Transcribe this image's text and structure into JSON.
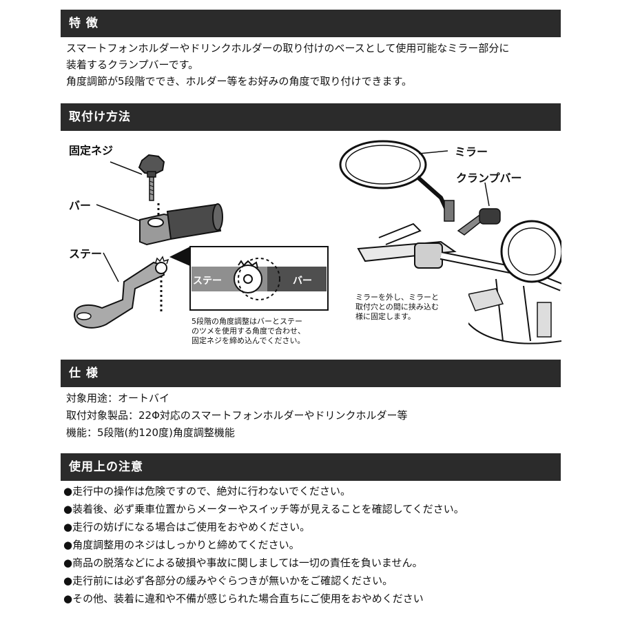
{
  "features": {
    "heading": "特 徴",
    "lines": [
      "スマートフォンホルダーやドリンクホルダーの取り付けのベースとして使用可能なミラー部分に",
      "装着するクランプバーです。",
      "角度調節が5段階ででき、ホルダー等をお好みの角度で取り付けできます。"
    ]
  },
  "install": {
    "heading": "取付け方法",
    "labels": {
      "fixing_screw": "固定ネジ",
      "bar": "バー",
      "stay": "ステー",
      "detail_stay": "ステー",
      "detail_bar": "バー",
      "mirror": "ミラー",
      "clamp_bar": "クランプバー"
    },
    "caption_left": [
      "5段階の角度調整はバーとステー",
      "のツメを使用する角度で合わせ、",
      "固定ネジを締め込んでください。"
    ],
    "caption_right": [
      "ミラーを外し、ミラーと",
      "取付穴との間に挟み込む",
      "様に固定します。"
    ]
  },
  "specs": {
    "heading": "仕 様",
    "lines": [
      "対象用途：オートバイ",
      "取付対象製品：22Φ対応のスマートフォンホルダーやドリンクホルダー等",
      "機能：5段階(約120度)角度調整機能"
    ]
  },
  "cautions": {
    "heading": "使用上の注意",
    "items": [
      "●走行中の操作は危険ですので、絶対に行わないでください。",
      "●装着後、必ず乗車位置からメーターやスイッチ等が見えることを確認してください。",
      "●走行の妨げになる場合はご使用をおやめください。",
      "●角度調整用のネジはしっかりと締めてください。",
      "●商品の脱落などによる破損や事故に関しましては一切の責任を負いません。",
      "●走行前には必ず各部分の緩みやぐらつきが無いかをご確認ください。",
      "●その他、装着に違和や不備が感じられた場合直ちにご使用をおやめください"
    ]
  }
}
